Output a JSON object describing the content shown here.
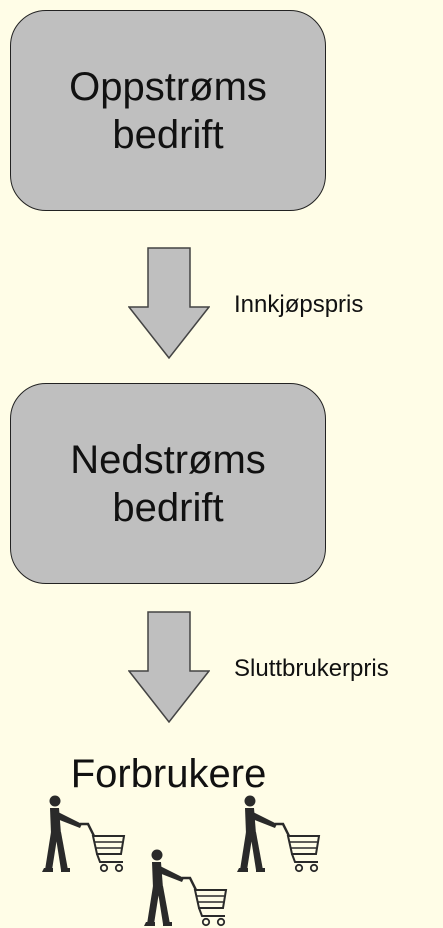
{
  "boxes": {
    "upstream": {
      "line1": "Oppstrøms",
      "line2": "bedrift"
    },
    "downstream": {
      "line1": "Nedstrøms",
      "line2": "bedrift"
    }
  },
  "arrows": {
    "upstream_to_downstream": "Innkjøpspris",
    "downstream_to_consumers": "Sluttbrukerpris"
  },
  "consumers": {
    "title": "Forbrukere",
    "icon": "person-with-shopping-cart-icon",
    "count": 3
  },
  "colors": {
    "background": "#fffde7",
    "box_fill": "#bfbfbf",
    "arrow_fill": "#bfbfbf",
    "stroke": "#222222",
    "text": "#111111"
  }
}
